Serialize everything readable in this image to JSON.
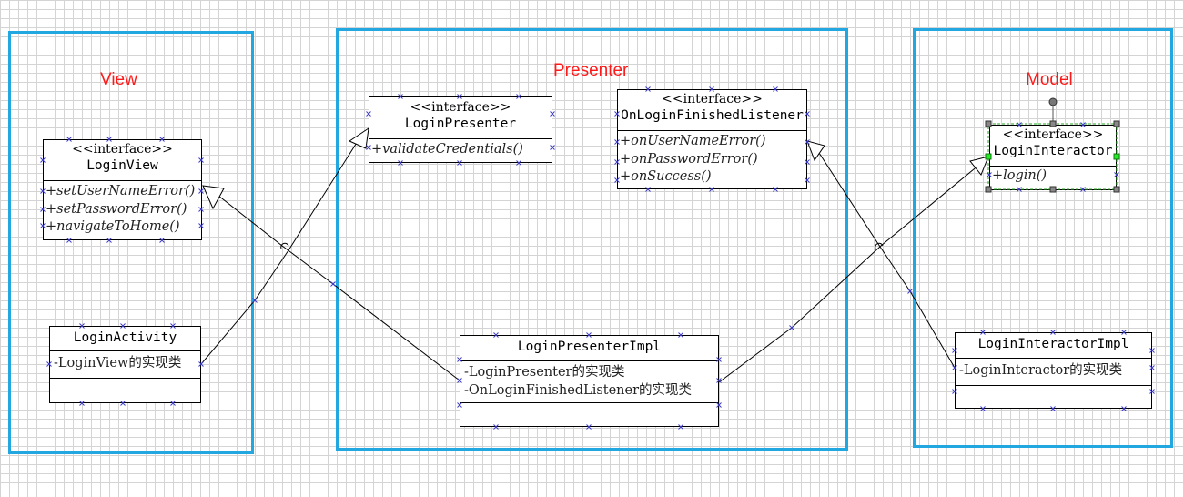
{
  "regions": {
    "view": {
      "title": "View"
    },
    "presenter": {
      "title": "Presenter"
    },
    "model": {
      "title": "Model"
    }
  },
  "colors": {
    "region_border": "#22a7e0",
    "region_title": "#ff1a1a",
    "handle": "#3a3ac8",
    "selection": "#22aa22"
  },
  "classes": {
    "login_view": {
      "stereotype": "<<interface>>",
      "name": "LoginView",
      "operations": [
        "+setUserNameError()",
        "+setPasswordError()",
        "+navigateToHome()"
      ]
    },
    "login_activity": {
      "name": "LoginActivity",
      "attribute": "-LoginView的实现类"
    },
    "login_presenter": {
      "stereotype": "<<interface>>",
      "name": "LoginPresenter",
      "operations": [
        "+validateCredentials()"
      ]
    },
    "on_login_finished_listener": {
      "stereotype": "<<interface>>",
      "name": "OnLoginFinishedListener",
      "operations": [
        "+onUserNameError()",
        "+onPasswordError()",
        "+onSuccess()"
      ]
    },
    "login_presenter_impl": {
      "name": "LoginPresenterImpl",
      "attributes": [
        "-LoginPresenter的实现类",
        "-OnLoginFinishedListener的实现类"
      ]
    },
    "login_interactor": {
      "stereotype": "<<interface>>",
      "name": "LoginInteractor",
      "operations": [
        "+login()"
      ]
    },
    "login_interactor_impl": {
      "name": "LoginInteractorImpl",
      "attribute": "-LoginInteractor的实现类"
    }
  }
}
